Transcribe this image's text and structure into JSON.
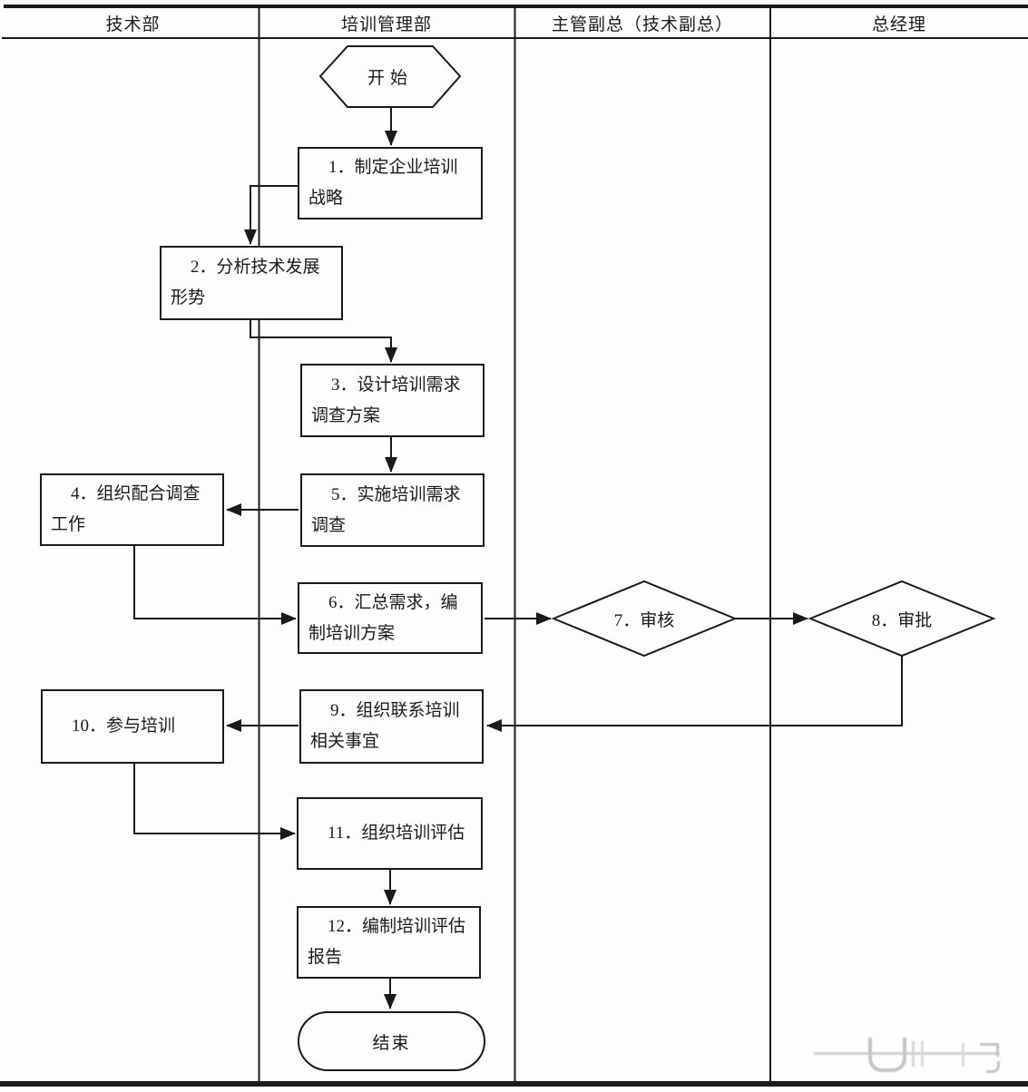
{
  "colors": {
    "ink": "#1a1a1a",
    "paper": "#fdfdfd"
  },
  "lanes": [
    {
      "label": "技术部"
    },
    {
      "label": "培训管理部"
    },
    {
      "label": "主管副总（技术副总）"
    },
    {
      "label": "总经理"
    }
  ],
  "nodes": {
    "start": {
      "label": "开始"
    },
    "n1": {
      "line1": "1．制定企业培训",
      "line2": "战略"
    },
    "n2": {
      "line1": "2．分析技术发展",
      "line2": "形势"
    },
    "n3": {
      "line1": "3．设计培训需求",
      "line2": "调查方案"
    },
    "n4": {
      "line1": "4．组织配合调查",
      "line2": "工作"
    },
    "n5": {
      "line1": "5．实施培训需求",
      "line2": "调查"
    },
    "n6": {
      "line1": "6．汇总需求，编",
      "line2": "制培训方案"
    },
    "n7": {
      "label": "7．审核"
    },
    "n8": {
      "label": "8．审批"
    },
    "n9": {
      "line1": "9．组织联系培训",
      "line2": "相关事宜"
    },
    "n10": {
      "line1": "10．参与培训"
    },
    "n11": {
      "line1": "11．组织培训评估"
    },
    "n12": {
      "line1": "12．编制培训评估",
      "line2": "报告"
    },
    "end": {
      "label": "结束"
    }
  }
}
